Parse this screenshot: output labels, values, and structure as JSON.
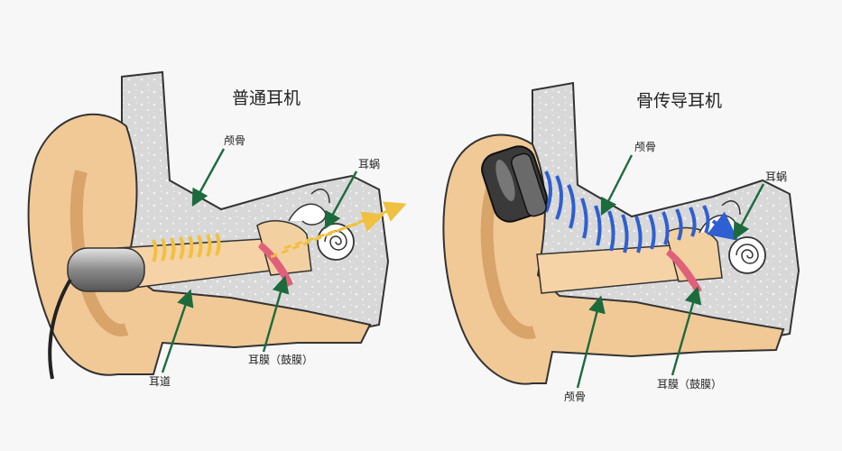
{
  "left_panel": {
    "title": "普通耳机",
    "labels": {
      "bone": "颅骨",
      "cochlea": "耳蜗",
      "ear_canal": "耳道",
      "eardrum": "耳膜（鼓膜）"
    }
  },
  "right_panel": {
    "title": "骨传导耳机",
    "labels": {
      "bone_top": "颅骨",
      "cochlea": "耳蜗",
      "bone_bottom": "颅骨",
      "eardrum": "耳膜（鼓膜）"
    }
  },
  "colors": {
    "background": "#f7f7f7",
    "skin": "#f1c996",
    "skin_shadow": "#d8a46a",
    "skull": "#d9d9d9",
    "pointer": "#1c6b3c",
    "air_wave": "#f0c040",
    "bone_wave": "#2f5fd0",
    "eardrum": "#e0607a"
  },
  "icons": [
    "earphone-icon",
    "bone-conduction-speaker-icon"
  ]
}
